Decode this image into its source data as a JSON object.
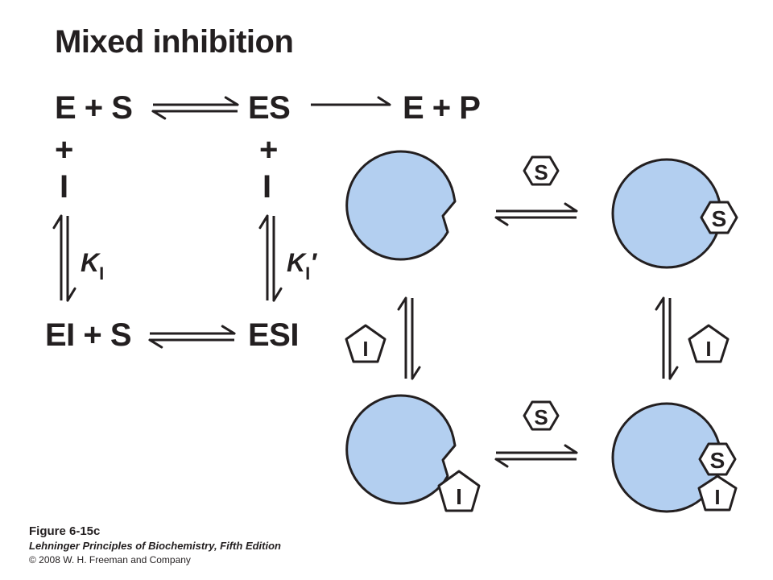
{
  "title": "Mixed inhibition",
  "scheme": {
    "e_plus_s": "E + S",
    "es": "ES",
    "e_plus_p": "E + P",
    "plus_left": "+",
    "plus_right": "+",
    "i_left": "I",
    "i_right": "I",
    "ei_plus_s": "EI + S",
    "esi": "ESI",
    "k1_base": "K",
    "k1_sub": "I",
    "k2_base": "K",
    "k2_sub": "I",
    "k2_prime": "′"
  },
  "cartoon": {
    "substrate_label": "S",
    "inhibitor_label": "I",
    "enzyme_fill": "#b3cff0",
    "outline": "#231f20"
  },
  "caption": {
    "figure": "Figure 6-15c",
    "book": "Lehninger Principles of Biochemistry, Fifth Edition",
    "copyright": "© 2008 W. H. Freeman and Company"
  }
}
